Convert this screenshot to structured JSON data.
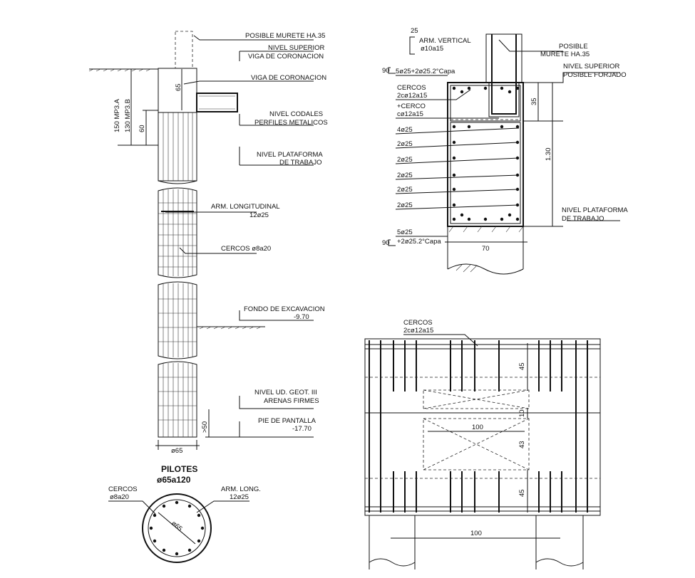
{
  "pile_elevation": {
    "labels": {
      "posible_murete": "POSIBLE MURETE HA.35",
      "nivel_superior_1": "NIVEL SUPERIOR",
      "nivel_superior_2": "VIGA DE CORONACION",
      "viga": "VIGA DE CORONACION",
      "codales_1": "NIVEL CODALES",
      "codales_2": "PERFILES METALICOS",
      "plataforma_1": "NIVEL PLATAFORMA",
      "plataforma_2": "DE TRABAJO",
      "arm_long_1": "ARM. LONGITUDINAL",
      "arm_long_2": "12ø25",
      "cercos": "CERCOS ø8a20",
      "fondo_1": "FONDO DE EXCAVACION",
      "fondo_2": "-9.70",
      "nivel_ud_1": "NIVEL UD. GEOT. III",
      "nivel_ud_2": "ARENAS FIRMES",
      "pie_1": "PIE DE PANTALLA",
      "pie_2": "-17.70"
    },
    "dims": {
      "mp3a": "150 MP3.A",
      "mp3b": "130 MP3.B",
      "d65": "65",
      "d60": "60",
      "d50": ">50",
      "diam": "ø65"
    }
  },
  "pile_section": {
    "title_1": "PILOTES",
    "title_2": "ø65a120",
    "cercos_1": "CERCOS",
    "cercos_2": "ø8a20",
    "arm_1": "ARM. LONG.",
    "arm_2": "12ø25",
    "diam": "ø65"
  },
  "beam_section": {
    "labels": {
      "arm_vert_1": "ARM. VERTICAL",
      "arm_vert_2": "ø10a15",
      "posible_1": "POSIBLE",
      "posible_2": "MURETE HA.35",
      "top_bars": "5ø25+2ø25.2°Capa",
      "nivel_sup_1": "NIVEL SUPERIOR",
      "nivel_sup_2": "POSIBLE FORJADO",
      "cercos_1": "CERCOS",
      "cercos_2": "2cø12a15",
      "cerco_1": "+CERCO",
      "cerco_2": "cø12a15",
      "b1": "4ø25",
      "b2": "2ø25",
      "b3": "2ø25",
      "b4": "2ø25",
      "b5": "2ø25",
      "b6": "2ø25",
      "plataforma_1": "NIVEL PLATAFORMA",
      "plataforma_2": "DE TRABAJO",
      "bot_1": "5ø25",
      "bot_2": "+2ø25.2°Capa"
    },
    "dims": {
      "d25": "25",
      "d90a": "90",
      "d90b": "90",
      "d35": "35",
      "d130": "1.30",
      "d70": "70"
    }
  },
  "beam_plan": {
    "cercos_1": "CERCOS",
    "cercos_2": "2cø12a15",
    "dims": {
      "d45a": "45",
      "d10": "10",
      "d43": "43",
      "d45b": "45",
      "d100a": "100",
      "d100b": "100"
    }
  }
}
